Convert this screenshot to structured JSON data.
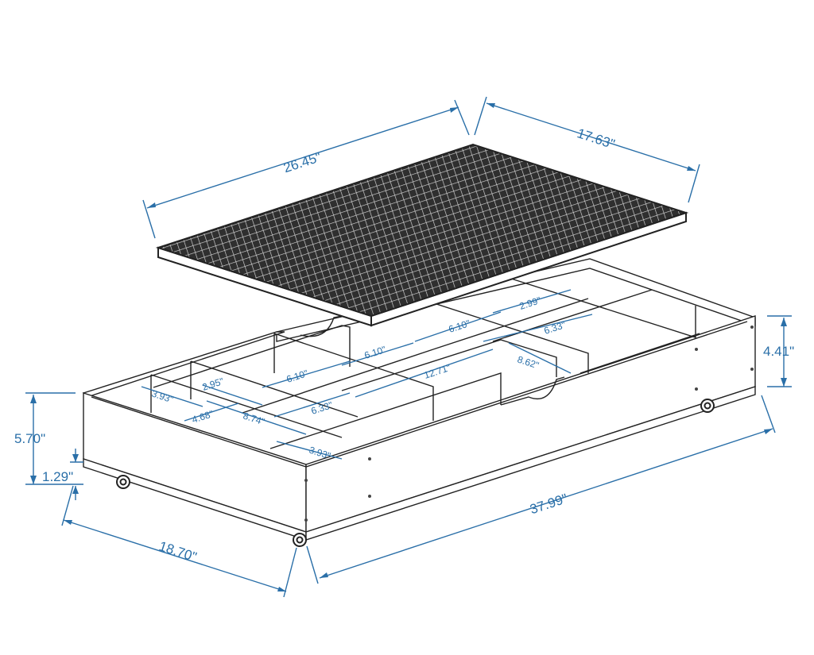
{
  "dimensions": {
    "lid_length": "26.45\"",
    "lid_width": "17.63\"",
    "total_height": "5.70\"",
    "wheel_height": "1.29\"",
    "inner_height": "4.41\"",
    "depth": "18.70\"",
    "length": "37.99\"",
    "compartments": {
      "c1": "3.93\"",
      "c2": "2.95\"",
      "c3": "4.68\"",
      "c4": "8.74\"",
      "c5": "3.93\"",
      "c6": "6.10\"",
      "c7": "6.33\"",
      "c8": "6.10\"",
      "c9": "12.71\"",
      "c10": "6.10\"",
      "c11": "8.62\"",
      "c12": "6.33\"",
      "c13": "2.99\""
    }
  },
  "colors": {
    "dimension_blue": "#2a6fa8",
    "outline": "#222222",
    "lid_fill": "#2f2f2f"
  }
}
